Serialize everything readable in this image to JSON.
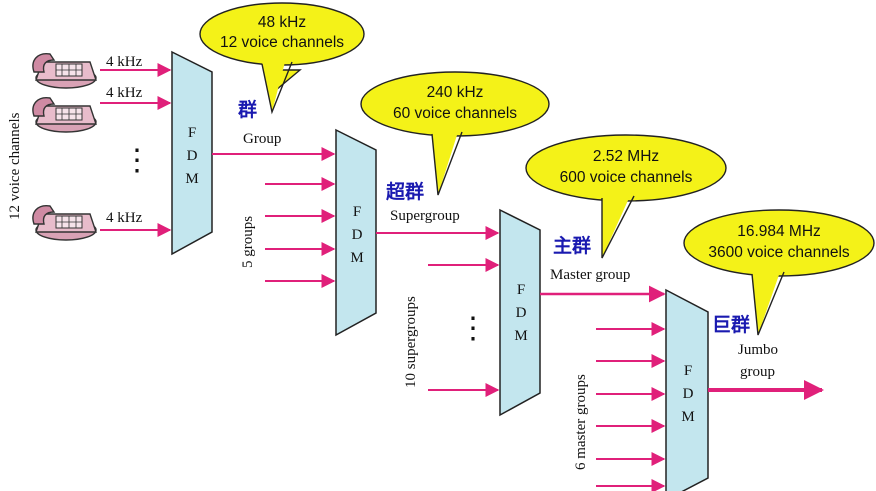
{
  "colors": {
    "arrow": "#e0207a",
    "mux_fill": "#c3e6ee",
    "bubble_fill": "#f4f218",
    "chinese_label": "#1a1ab0"
  },
  "icons": {
    "telephone": "telephone-icon"
  },
  "input_side": {
    "channel_bandwidth": "4 kHz",
    "count_label": "12 voice channels",
    "ellipsis": "⋮"
  },
  "mux_letters": [
    "F",
    "D",
    "M"
  ],
  "stages": [
    {
      "bubble_line1": "48 kHz",
      "bubble_line2": "12 voice channels",
      "chinese": "群",
      "english": [
        "Group"
      ],
      "input_count": ""
    },
    {
      "bubble_line1": "240 kHz",
      "bubble_line2": "60 voice channels",
      "chinese": "超群",
      "english": [
        "Supergroup"
      ],
      "input_count": "5 groups"
    },
    {
      "bubble_line1": "2.52 MHz",
      "bubble_line2": "600 voice channels",
      "chinese": "主群",
      "english": [
        "Master group"
      ],
      "input_count": "10 supergroups"
    },
    {
      "bubble_line1": "16.984 MHz",
      "bubble_line2": "3600 voice channels",
      "chinese": "巨群",
      "english": [
        "Jumbo",
        "group"
      ],
      "input_count": "6 master groups"
    }
  ]
}
